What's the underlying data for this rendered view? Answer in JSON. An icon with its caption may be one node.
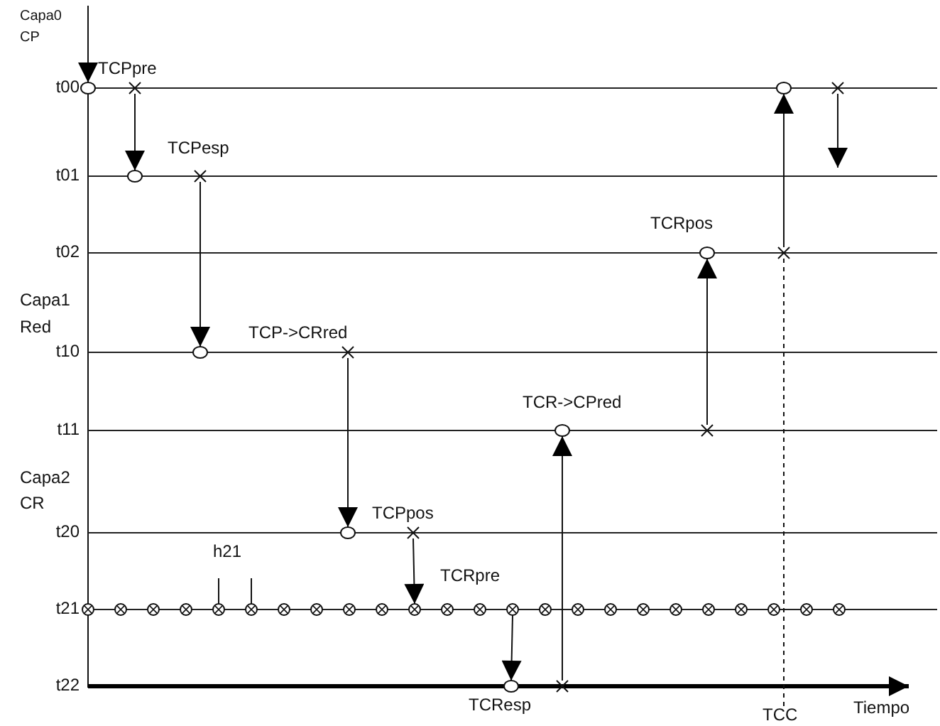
{
  "diagram": {
    "nodes": [
      {
        "text": [],
        "shape": "circle"
      },
      {
        "text": [],
        "shape": "cross"
      },
      {
        "text": [],
        "shape": "circle"
      },
      {
        "text": [],
        "shape": "cross"
      },
      {
        "text": [],
        "shape": "circle"
      },
      {
        "text": [],
        "shape": "cross"
      },
      {
        "text": [],
        "shape": "circle"
      },
      {
        "text": [],
        "shape": "cross"
      },
      {
        "text": [],
        "shape": "crossed-circle"
      },
      {
        "text": [],
        "shape": "crossed-circle"
      },
      {
        "text": [],
        "shape": "circle"
      },
      {
        "text": [],
        "shape": "cross"
      },
      {
        "text": [],
        "shape": "circle"
      },
      {
        "text": [],
        "shape": "cross"
      },
      {
        "text": [],
        "shape": "circle"
      },
      {
        "text": [],
        "shape": "cross"
      },
      {
        "text": [],
        "shape": "circle"
      },
      {
        "text": [],
        "shape": "cross"
      },
      {
        "text": [
          "TCC"
        ]
      }
    ],
    "edges": [
      {
        "from": null,
        "to": 0,
        "arrow": "to"
      },
      {
        "from": 1,
        "to": 2,
        "arrow": "to"
      },
      {
        "from": 3,
        "to": 4,
        "arrow": "to"
      },
      {
        "from": 5,
        "to": 6,
        "arrow": "to"
      },
      {
        "from": 7,
        "to": 8,
        "arrow": "to"
      },
      {
        "from": 9,
        "to": 10,
        "arrow": "to"
      },
      {
        "from": 11,
        "to": 12,
        "arrow": "to"
      },
      {
        "from": 13,
        "to": 14,
        "arrow": "to"
      },
      {
        "from": 15,
        "to": 16,
        "arrow": "to"
      },
      {
        "from": 17,
        "to": null,
        "arrow": "to"
      },
      {
        "from": 18,
        "to": 15,
        "arrow": "none",
        "style": "dashed"
      }
    ],
    "labels": [
      "Capa0",
      "CP",
      "TCPpre",
      "t00",
      "TCPesp",
      "t01",
      "TCRpos",
      "t02",
      "Capa1",
      "Red",
      "TCP->CRred",
      "t10",
      "TCR->CPred",
      "t11",
      "Capa2",
      "CR",
      "TCPpos",
      "t20",
      "h21",
      "TCRpre",
      "t21",
      "t22",
      "TCResp",
      "Tiempo"
    ]
  }
}
